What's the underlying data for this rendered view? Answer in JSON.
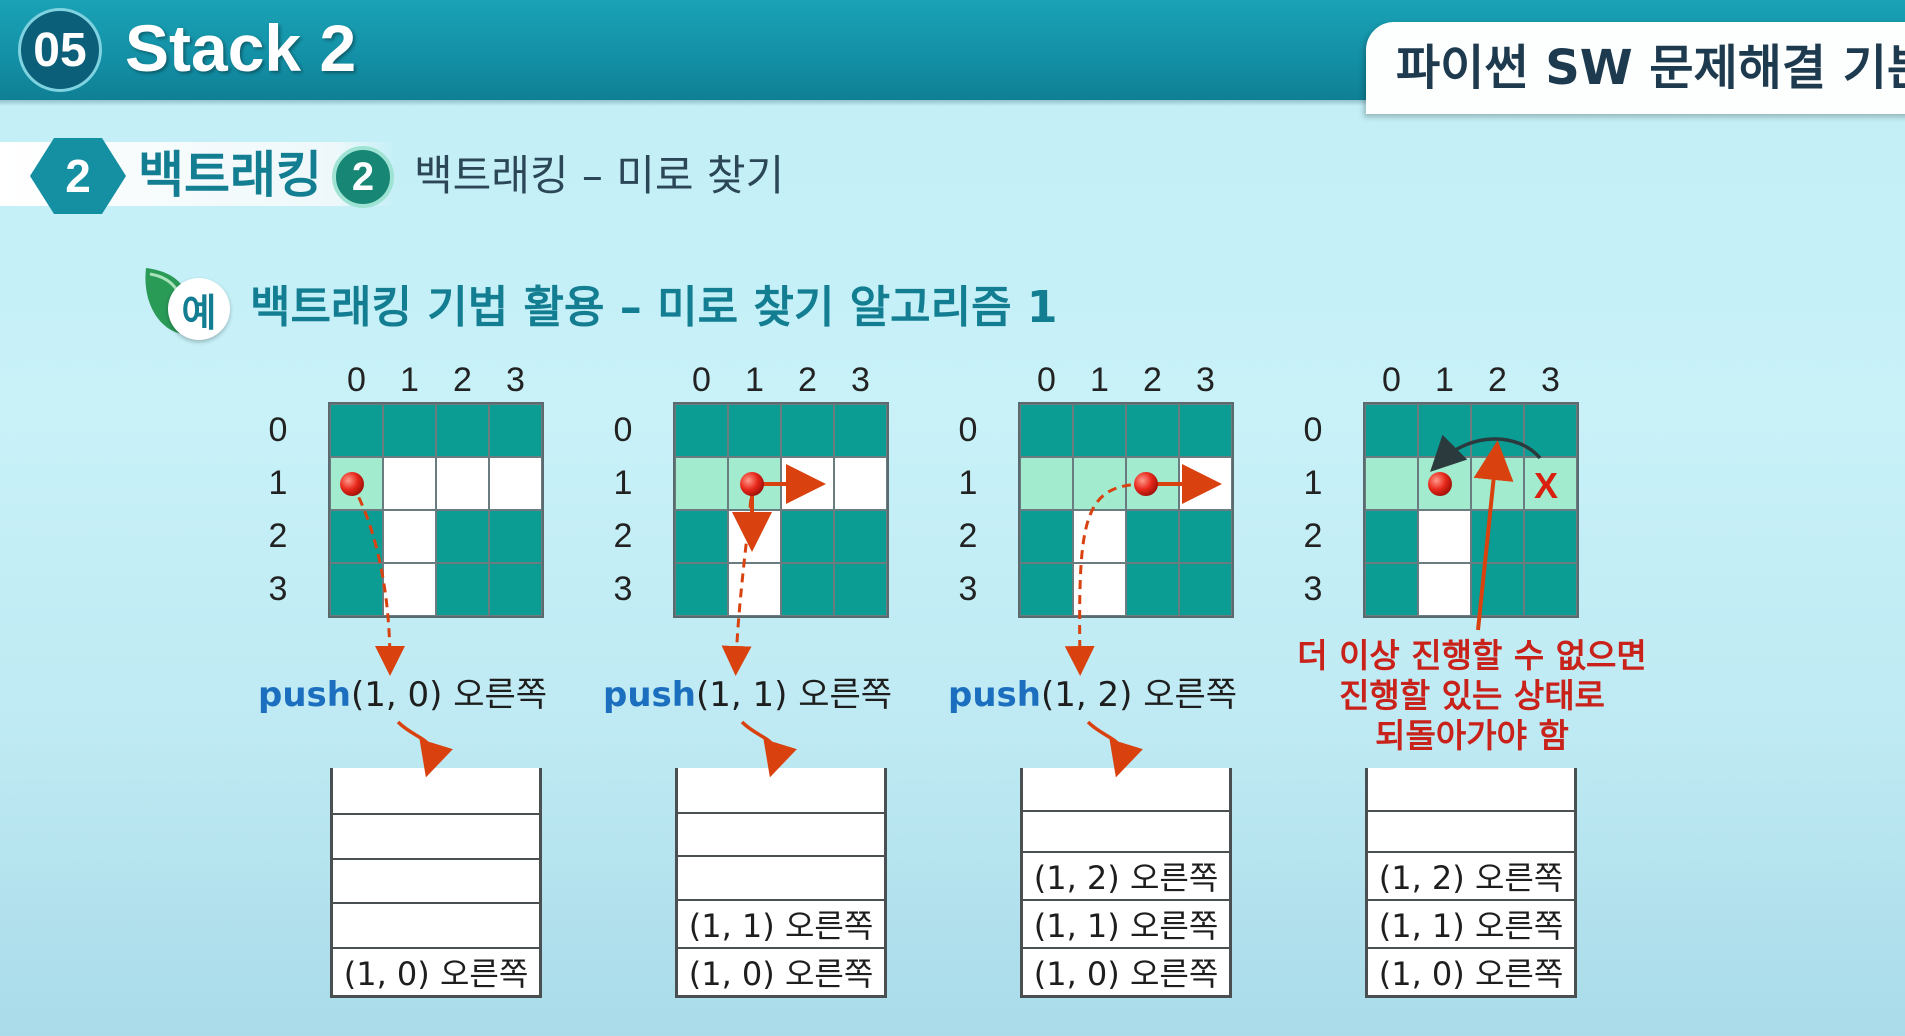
{
  "header": {
    "chapter_number": "05",
    "chapter_title": "Stack 2",
    "course_title": "파이썬 SW 문제해결 기본"
  },
  "section": {
    "number": "2",
    "title": "백트래킹",
    "sub_number": "2",
    "sub_title": "백트래킹 – 미로 찾기"
  },
  "example": {
    "icon_label": "예",
    "title": "백트래킹 기법 활용 – 미로 찾기 알고리즘 1"
  },
  "panels": [
    {
      "col_labels": [
        "0",
        "1",
        "2",
        "3"
      ],
      "row_labels": [
        "0",
        "1",
        "2",
        "3"
      ],
      "maze": [
        [
          "wall",
          "wall",
          "wall",
          "wall"
        ],
        [
          "hl",
          "open",
          "open",
          "open"
        ],
        [
          "wall",
          "open",
          "wall",
          "wall"
        ],
        [
          "wall",
          "open",
          "wall",
          "wall"
        ]
      ],
      "push_keyword": "push",
      "push_args": "(1, 0) 오른쪽",
      "stack": [
        "",
        "",
        "",
        "",
        "(1, 0) 오른쪽"
      ]
    },
    {
      "col_labels": [
        "0",
        "1",
        "2",
        "3"
      ],
      "row_labels": [
        "0",
        "1",
        "2",
        "3"
      ],
      "maze": [
        [
          "wall",
          "wall",
          "wall",
          "wall"
        ],
        [
          "hl",
          "hl",
          "open",
          "open"
        ],
        [
          "wall",
          "open",
          "wall",
          "wall"
        ],
        [
          "wall",
          "open",
          "wall",
          "wall"
        ]
      ],
      "push_keyword": "push",
      "push_args": "(1, 1) 오른쪽",
      "stack": [
        "",
        "",
        "",
        "(1, 1) 오른쪽",
        "(1, 0) 오른쪽"
      ]
    },
    {
      "col_labels": [
        "0",
        "1",
        "2",
        "3"
      ],
      "row_labels": [
        "0",
        "1",
        "2",
        "3"
      ],
      "maze": [
        [
          "wall",
          "wall",
          "wall",
          "wall"
        ],
        [
          "hl",
          "hl",
          "hl",
          "open"
        ],
        [
          "wall",
          "open",
          "wall",
          "wall"
        ],
        [
          "wall",
          "open",
          "wall",
          "wall"
        ]
      ],
      "push_keyword": "push",
      "push_args": "(1, 2) 오른쪽",
      "stack": [
        "",
        "",
        "(1, 2) 오른쪽",
        "(1, 1) 오른쪽",
        "(1, 0) 오른쪽"
      ]
    },
    {
      "col_labels": [
        "0",
        "1",
        "2",
        "3"
      ],
      "row_labels": [
        "0",
        "1",
        "2",
        "3"
      ],
      "maze": [
        [
          "wall",
          "wall",
          "wall",
          "wall"
        ],
        [
          "hl",
          "hl",
          "hl",
          "hl"
        ],
        [
          "wall",
          "open",
          "wall",
          "wall"
        ],
        [
          "wall",
          "open",
          "wall",
          "wall"
        ]
      ],
      "stack": [
        "",
        "",
        "(1, 2) 오른쪽",
        "(1, 1) 오른쪽",
        "(1, 0) 오른쪽"
      ]
    }
  ],
  "dead_end_mark": "X",
  "note_lines": [
    "더 이상 진행할 수 없으면",
    "진행할 있는 상태로",
    "되돌아가야 함"
  ],
  "colors": {
    "wall": "#0b9c94",
    "visited": "#a2ebcf",
    "marker": "#e8281c",
    "arrow": "#d9420f",
    "note": "#c9221a"
  }
}
